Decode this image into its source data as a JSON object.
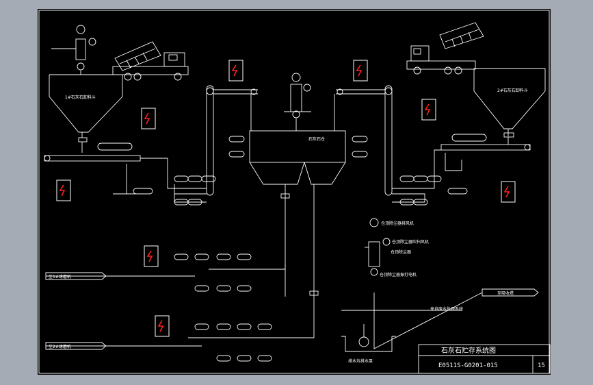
{
  "title_block": {
    "drawing_title": "石灰石贮存系统图",
    "drawing_number": "E0511S-G0201-015",
    "sheet": "15"
  },
  "labels": {
    "left_hopper": "1#石灰石卸料斗",
    "right_hopper": "2#石灰石卸料斗",
    "silo": "石灰石仓",
    "fan_1": "仓顶除尘器排风机",
    "fan_2": "仓顶除尘器吹扫风机",
    "dust_collector": "仓顶除尘器",
    "vibrator": "仓顶除尘器振打电机",
    "outlet_top": "至吸收塔",
    "outlet_mid": "来自废水处理系统",
    "outlet_left_1": "至1#球磨机",
    "outlet_left_2": "至2#球磨机",
    "sump_pump": "排水坑排水泵"
  },
  "colors": {
    "background": "#000000",
    "linework": "#ffffff",
    "accent_red": "#ff2020",
    "frame_outer": "#a4abb5"
  }
}
